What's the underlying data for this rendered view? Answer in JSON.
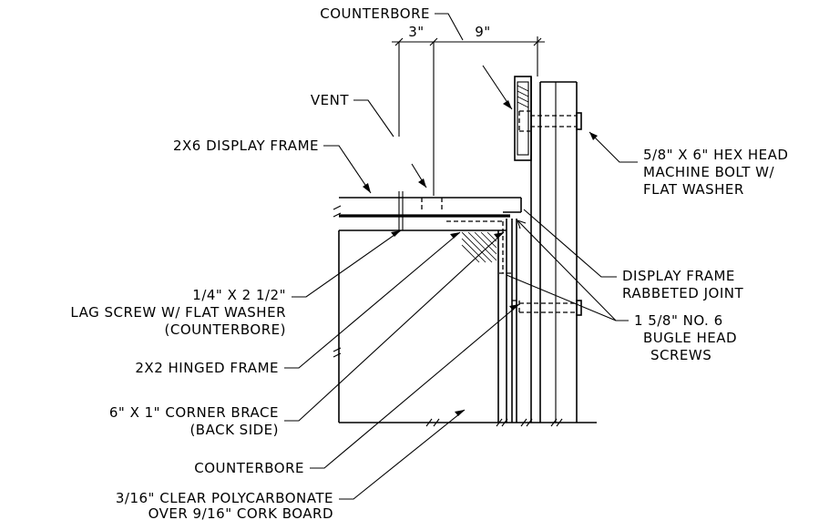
{
  "labels": {
    "counterbore_top": "COUNTERBORE",
    "dim_3": "3\"",
    "dim_9": "9\"",
    "vent": "VENT",
    "display_frame_2x6": "2X6 DISPLAY FRAME",
    "hex_bolt": [
      "5/8\" X 6\" HEX HEAD",
      "MACHINE BOLT W/",
      "FLAT WASHER"
    ],
    "rabbeted_joint": [
      "DISPLAY FRAME",
      "RABBETED JOINT"
    ],
    "lag_screw": [
      "1/4\" X 2 1/2\"",
      "LAG SCREW W/ FLAT WASHER",
      "(COUNTERBORE)"
    ],
    "bugle_screws": [
      "1 5/8\" NO. 6",
      "BUGLE HEAD",
      "SCREWS"
    ],
    "hinged_frame": "2X2 HINGED FRAME",
    "corner_brace": [
      "6\" X 1\" CORNER BRACE",
      "(BACK SIDE)"
    ],
    "counterbore_bottom": "COUNTERBORE",
    "polycarbonate": [
      "3/16\" CLEAR POLYCARBONATE",
      "OVER 9/16\" CORK BOARD"
    ]
  }
}
